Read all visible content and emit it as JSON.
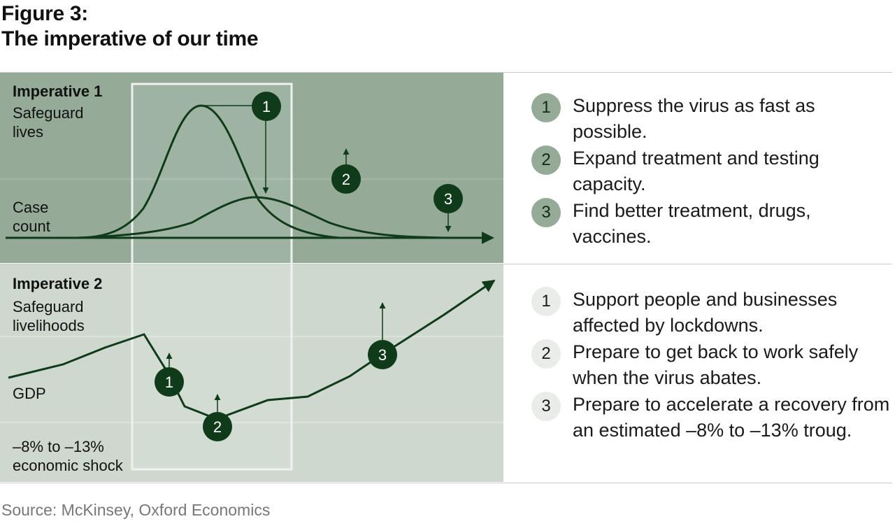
{
  "figure": {
    "title_line1": "Figure 3:",
    "title_line2": "The imperative of our time"
  },
  "panel_top": {
    "heading": "Imperative 1",
    "subheading_line1": "Safeguard",
    "subheading_line2": "lives",
    "axis_label_line1": "Case",
    "axis_label_line2": "count",
    "markers": [
      "1",
      "2",
      "3"
    ],
    "background_color": "#95ab98"
  },
  "panel_bottom": {
    "heading": "Imperative 2",
    "subheading_line1": "Safeguard",
    "subheading_line2": "livelihoods",
    "axis_label": "GDP",
    "shock_line1": "–8% to –13%",
    "shock_line2": "economic shock",
    "markers": [
      "1",
      "2",
      "3"
    ],
    "background_color": "#cfd8cf"
  },
  "list_top": [
    {
      "num": "1",
      "text": "Suppress the virus as fast as possible."
    },
    {
      "num": "2",
      "text": "Expand treatment and testing capacity."
    },
    {
      "num": "3",
      "text": "Find better treatment, drugs, vaccines."
    }
  ],
  "list_bottom": [
    {
      "num": "1",
      "text": "Support people and businesses affected by lockdowns."
    },
    {
      "num": "2",
      "text": "Prepare to get back to work safely when the virus abates."
    },
    {
      "num": "3",
      "text": "Prepare to accelerate a recovery from an estimated –8% to –13% troug."
    }
  ],
  "colors": {
    "dark_green": "#0f3b1a",
    "mid_green": "#95ab98",
    "light_green": "#cfd8cf"
  },
  "source": "Source: McKinsey, Oxford Economics"
}
